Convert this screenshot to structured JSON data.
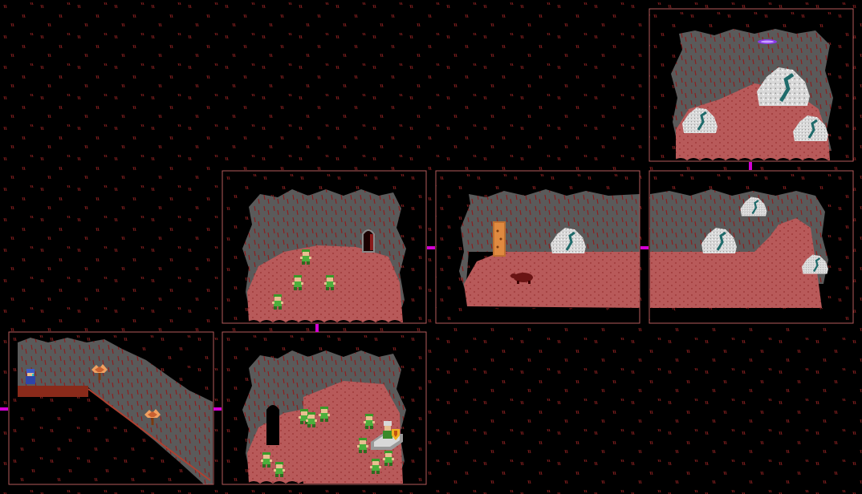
{
  "map": {
    "background": "#000000",
    "frame_color": "#b45a5a",
    "connector_color": "#d400d4",
    "rock_color": "#5a5a5a",
    "floor_color": "#b85a5a",
    "speckle_color": "#8a2020",
    "boulder_color": "#d8d8d8",
    "crystal_color": "#1f6b6b",
    "stair_color": "#b04030",
    "rooms": [
      {
        "id": "room-entrance-slope",
        "kind": "slope"
      },
      {
        "id": "room-goblin-chamber-upper",
        "kind": "cave",
        "exit": "left"
      },
      {
        "id": "room-goblin-hall-lower",
        "kind": "cave",
        "exit": "left"
      },
      {
        "id": "room-rock-hall-west",
        "kind": "cave",
        "exit": "left"
      },
      {
        "id": "room-rock-hall-east",
        "kind": "cave",
        "exit": "none"
      },
      {
        "id": "room-crystal-cavern",
        "kind": "cave",
        "exit": "none"
      }
    ],
    "sprites": {
      "goblins": 14,
      "wizards": 1,
      "guard_with_shield": 1,
      "beasts": 1,
      "torches": 2,
      "doors": 2,
      "crystal_boulders": 6,
      "portals": 1
    }
  }
}
